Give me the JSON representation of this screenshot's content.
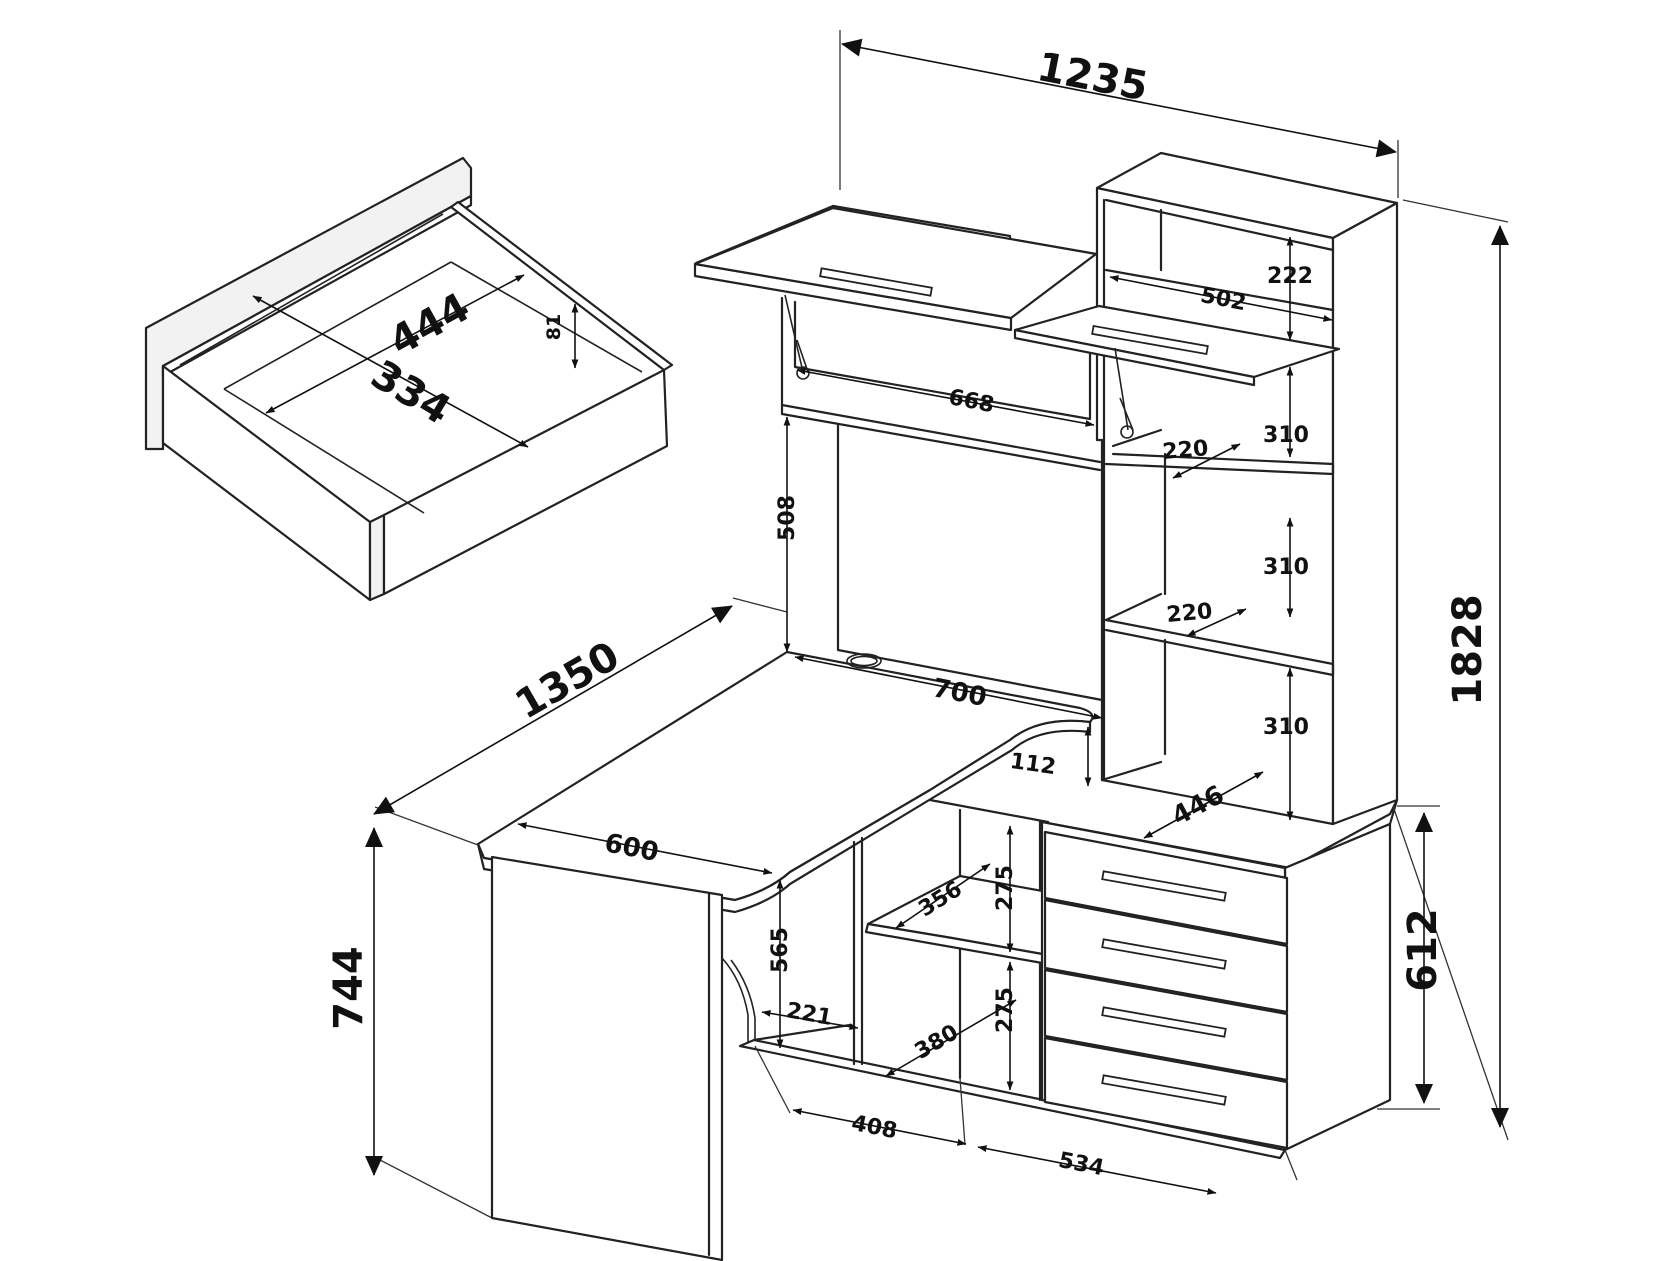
{
  "diagram": {
    "overall_width": "1235",
    "overall_height": "1828",
    "desk_length": "1350",
    "desk_height": "744",
    "cabinet_height": "612",
    "drawer": {
      "inner_width": "444",
      "inner_depth": "334",
      "inner_height": "81"
    },
    "hutch": {
      "top_section_height": "222",
      "top_section_width": "502",
      "compartment_width": "668",
      "upper_opening_height": "508",
      "shelf_height_1": "310",
      "shelf_height_2": "310",
      "shelf_height_3": "310",
      "shelf_depth_1": "220",
      "shelf_depth_2": "220",
      "base_depth": "446"
    },
    "desk": {
      "rear_length": "700",
      "corner_offset": "112",
      "return_depth": "600",
      "knee_height": "565",
      "side_depth": "221",
      "niche_shelf_depth": "356",
      "niche_height_1": "275",
      "niche_height_2": "275",
      "niche_bottom_depth": "380",
      "base_width_left": "408",
      "base_width_right": "534"
    },
    "colors": {
      "line": "#222222",
      "background": "#ffffff"
    }
  }
}
